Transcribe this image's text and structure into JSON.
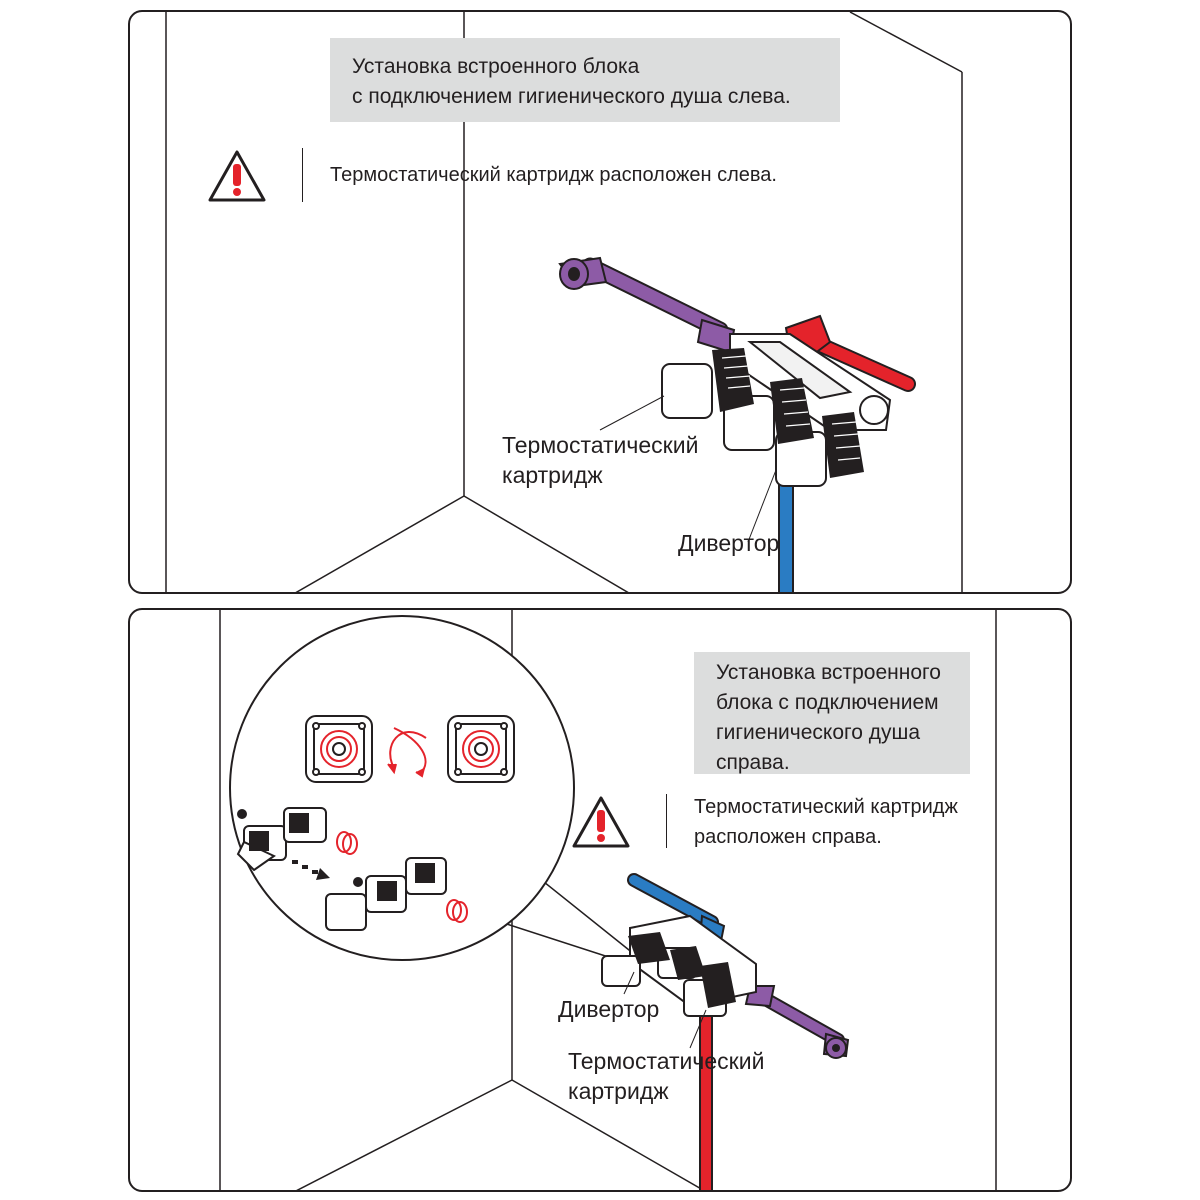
{
  "top_panel": {
    "title_line1": "Установка встроенного блока",
    "title_line2": "с подключением гигиенического душа слева.",
    "warning_text": "Термостатический картридж расположен слева.",
    "label_cartridge_line1": "Термостатический",
    "label_cartridge_line2": "картридж",
    "label_diverter": "Дивертор"
  },
  "bottom_panel": {
    "title_line1": "Установка встроенного",
    "title_line2": "блока с подключением",
    "title_line3": "гигиенического душа",
    "title_line4": "справа.",
    "warning_line1": "Термостатический картридж",
    "warning_line2": "расположен справа.",
    "label_diverter": "Дивертор",
    "label_cartridge_line1": "Термостатический",
    "label_cartridge_line2": "картридж"
  },
  "icons": [
    "warning-icon",
    "rotate-arrows-icon",
    "move-arrows-icon"
  ],
  "colors": {
    "warning_red": "#e4232b",
    "hot_pipe": "#e4232b",
    "cold_pipe": "#2a7cc3",
    "shower_pipe": "#8d5ba6",
    "title_bg": "#dcdddd",
    "line": "#231f20"
  }
}
